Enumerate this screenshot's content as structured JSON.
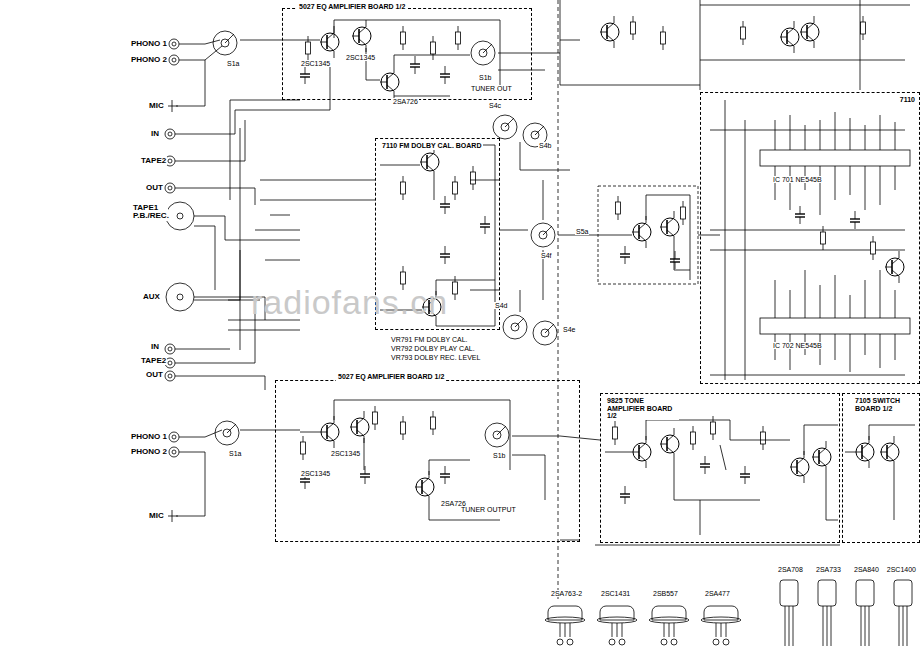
{
  "diagram": {
    "nodes": [
      {
        "text": [
          "5027 EQ AMPLIFIER BOARD 1/2"
        ]
      },
      {
        "text": [
          "7110 FM DOLBY CAL. BOARD"
        ]
      },
      {
        "text": [
          "5027 EQ AMPLIFIER BOARD 1/2"
        ]
      },
      {
        "text": [
          "9825 TONE AMPLIFIER BOARD 1/2"
        ]
      },
      {
        "text": [
          "7105 SWITCH BOARD 1/2"
        ]
      },
      {
        "text": [
          "7110"
        ]
      }
    ],
    "labels": [
      "PHONO 1",
      "PHONO 2",
      "MIC",
      "IN",
      "TAPE2",
      "OUT",
      "TAPE1 P.B./REC.",
      "AUX",
      "IN",
      "TAPE2",
      "OUT",
      "PHONO 1",
      "PHONO 2",
      "MIC",
      "VR791 FM DOLBY CAL.",
      "VR792 DOLBY PLAY CAL.",
      "VR793 DOLBY REC. LEVEL",
      "S1a",
      "S1b",
      "S4c",
      "S4b",
      "S4f",
      "S4d",
      "S4e",
      "S1a",
      "S1b",
      "S5a",
      "TUNER OUT",
      "TUNER OUTPUT",
      "IC 701 NE545B",
      "IC 702 NE545B",
      "2SC1345",
      "2SC1345",
      "2SA726",
      "2SC1345",
      "2SC1345",
      "2SA726",
      "radiofans.cn",
      "2SA763-2",
      "2SC1431",
      "2SB557",
      "2SA477",
      "2SA708",
      "2SA733",
      "2SA840",
      "2SC1400"
    ]
  }
}
